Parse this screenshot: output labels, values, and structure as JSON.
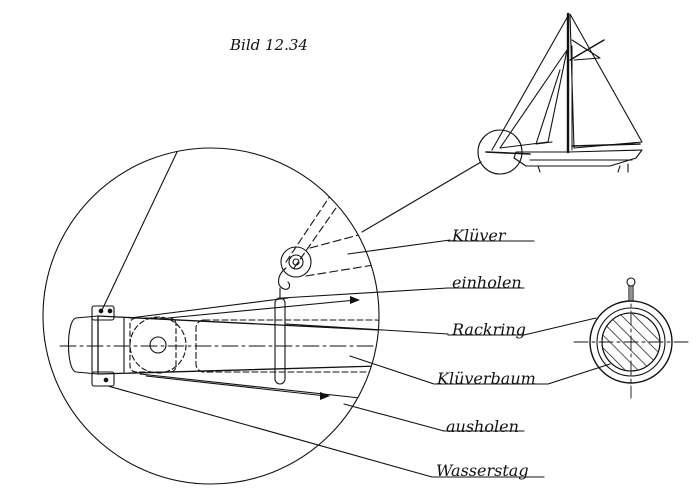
{
  "figure": {
    "title": "Bild 12.34",
    "labels": {
      "kluever": "Klüver",
      "einholen": "einholen",
      "rackring": "Rackring",
      "klueverbaum": "Klüverbaum",
      "ausholen": "ausholen",
      "wasserstag": "Wasserstag"
    }
  }
}
